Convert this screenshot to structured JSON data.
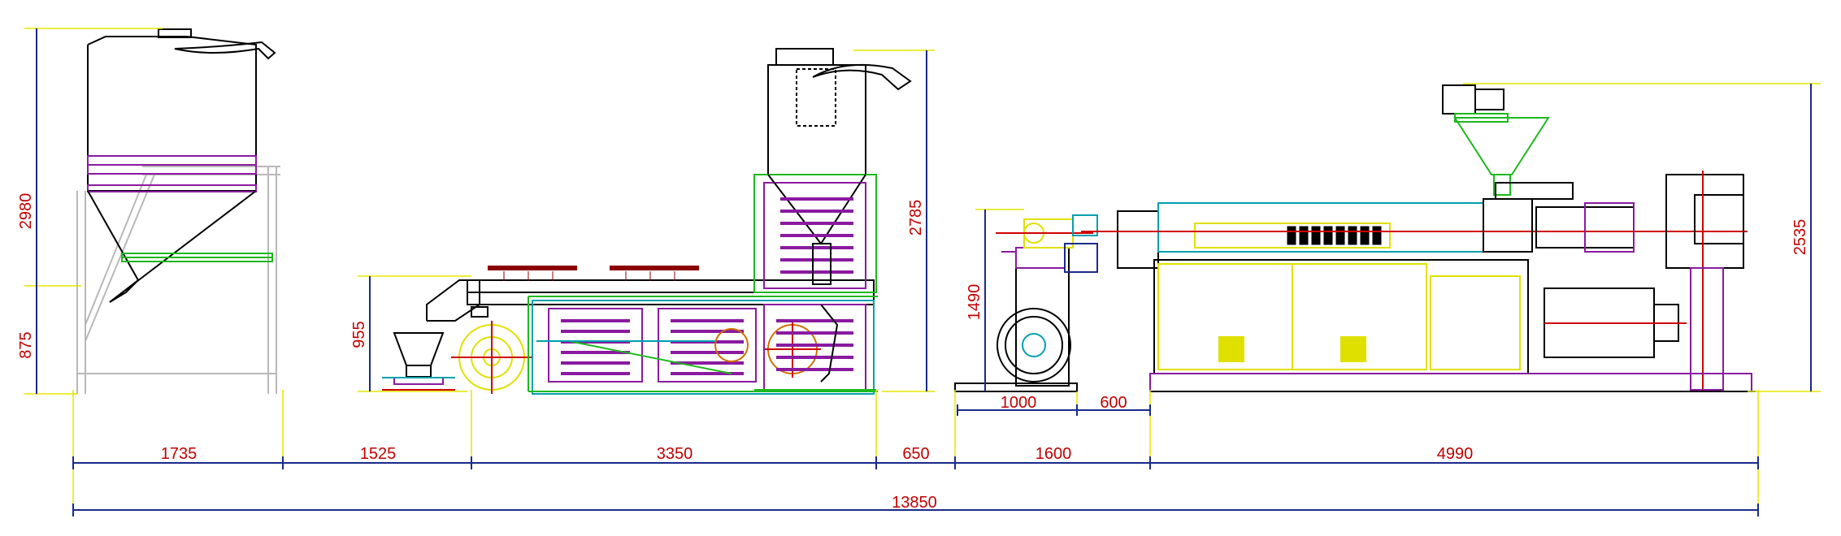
{
  "colors": {
    "background": "#ffffff",
    "dimension_text": "#c00000",
    "dimension_line": "#1a2a8a",
    "extension_line": "#e6e600",
    "outline": "#000000",
    "hopper_grey": "#b8b8b8",
    "purple": "#8a1aa0",
    "green": "#1db81d",
    "yellow": "#e0e000",
    "cyan": "#00a0b0",
    "red": "#d00000"
  },
  "dimensions": {
    "overall_length": "13850",
    "segments": [
      "1735",
      "1525",
      "3350",
      "650",
      "1600",
      "4990"
    ],
    "sub_segments": [
      "1000",
      "600"
    ],
    "heights": {
      "silo_total": "2980",
      "silo_leg": "875",
      "loader": "955",
      "dryer_tower": "2785",
      "haul_off": "1490",
      "extruder": "2535"
    }
  },
  "equipment": [
    {
      "name": "storage-silo",
      "icon": "silo-icon"
    },
    {
      "name": "crusher-conveyor-washer",
      "icon": "washer-icon"
    },
    {
      "name": "dewatering-dryer",
      "icon": "dryer-icon"
    },
    {
      "name": "haul-off-winder",
      "icon": "winder-icon"
    },
    {
      "name": "single-screw-extruder",
      "icon": "extruder-icon"
    }
  ]
}
